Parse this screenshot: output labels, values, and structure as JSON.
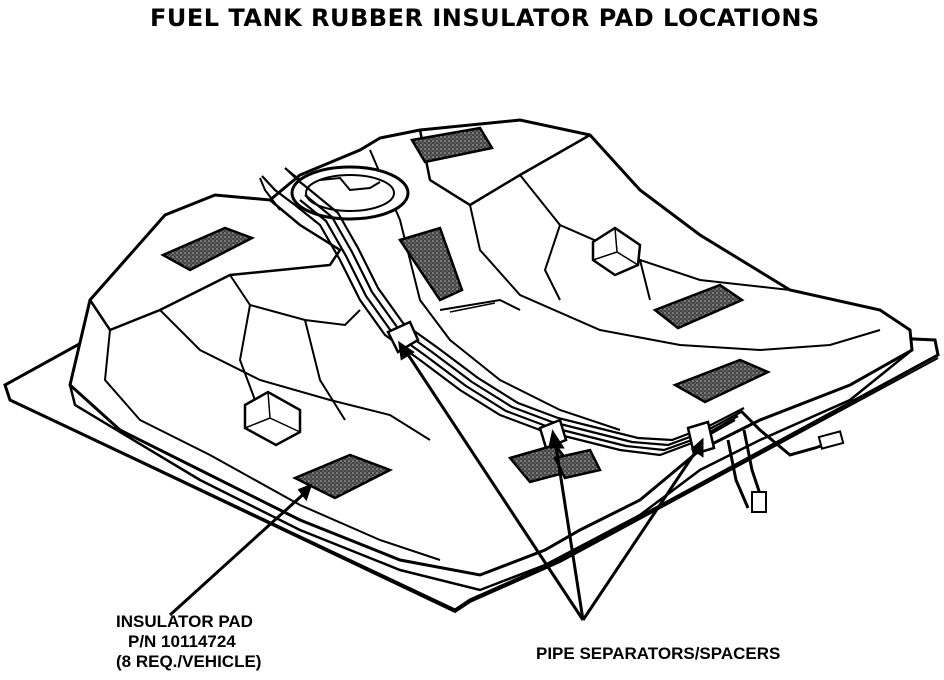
{
  "title": "FUEL TANK RUBBER INSULATOR PAD LOCATIONS",
  "labels": {
    "insulator_pad": {
      "line1": "INSULATOR  PAD",
      "line2": "P/N 10114724",
      "line3": "(8 REQ./VEHICLE)"
    },
    "pipe_separators": "PIPE SEPARATORS/SPACERS"
  },
  "colors": {
    "ink": "#000000",
    "paper": "#ffffff",
    "pad_fill": "#555555"
  }
}
